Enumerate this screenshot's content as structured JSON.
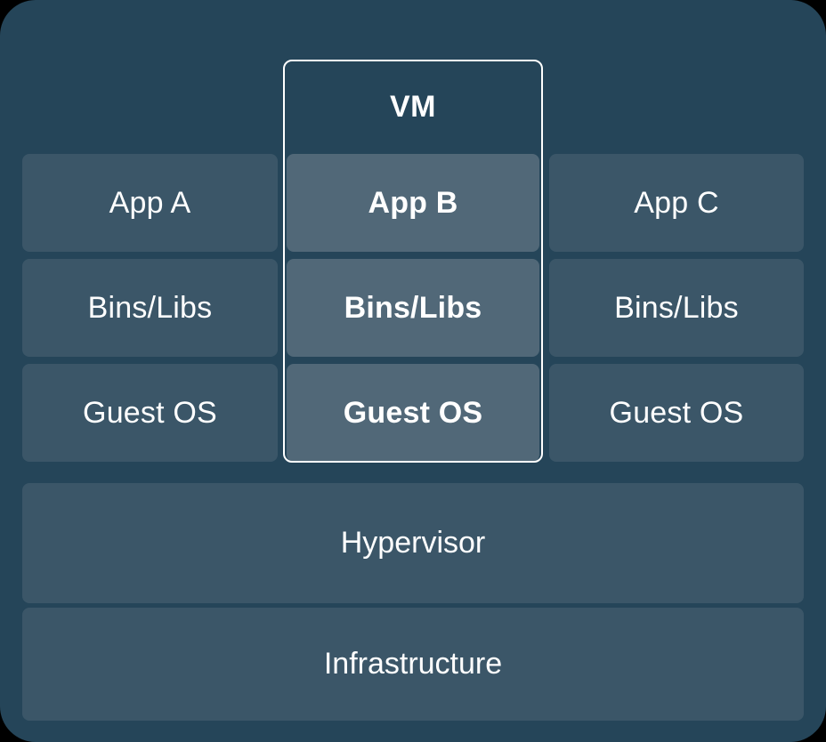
{
  "diagram": {
    "title": "VM",
    "background_color": "#254559",
    "tile_color": "#3b5668",
    "highlight_tile_color": "#516878",
    "outline_color": "#ffffff",
    "text_color": "#ffffff"
  },
  "vm_group": {
    "label": "VM",
    "highlighted_column_index": 1
  },
  "columns": [
    {
      "id": "column-a",
      "highlighted": false,
      "app": "App A",
      "bins_libs": "Bins/Libs",
      "guest_os": "Guest OS"
    },
    {
      "id": "column-b",
      "highlighted": true,
      "app": "App B",
      "bins_libs": "Bins/Libs",
      "guest_os": "Guest OS"
    },
    {
      "id": "column-c",
      "highlighted": false,
      "app": "App C",
      "bins_libs": "Bins/Libs",
      "guest_os": "Guest OS"
    }
  ],
  "layers": {
    "hypervisor": "Hypervisor",
    "infrastructure": "Infrastructure"
  }
}
